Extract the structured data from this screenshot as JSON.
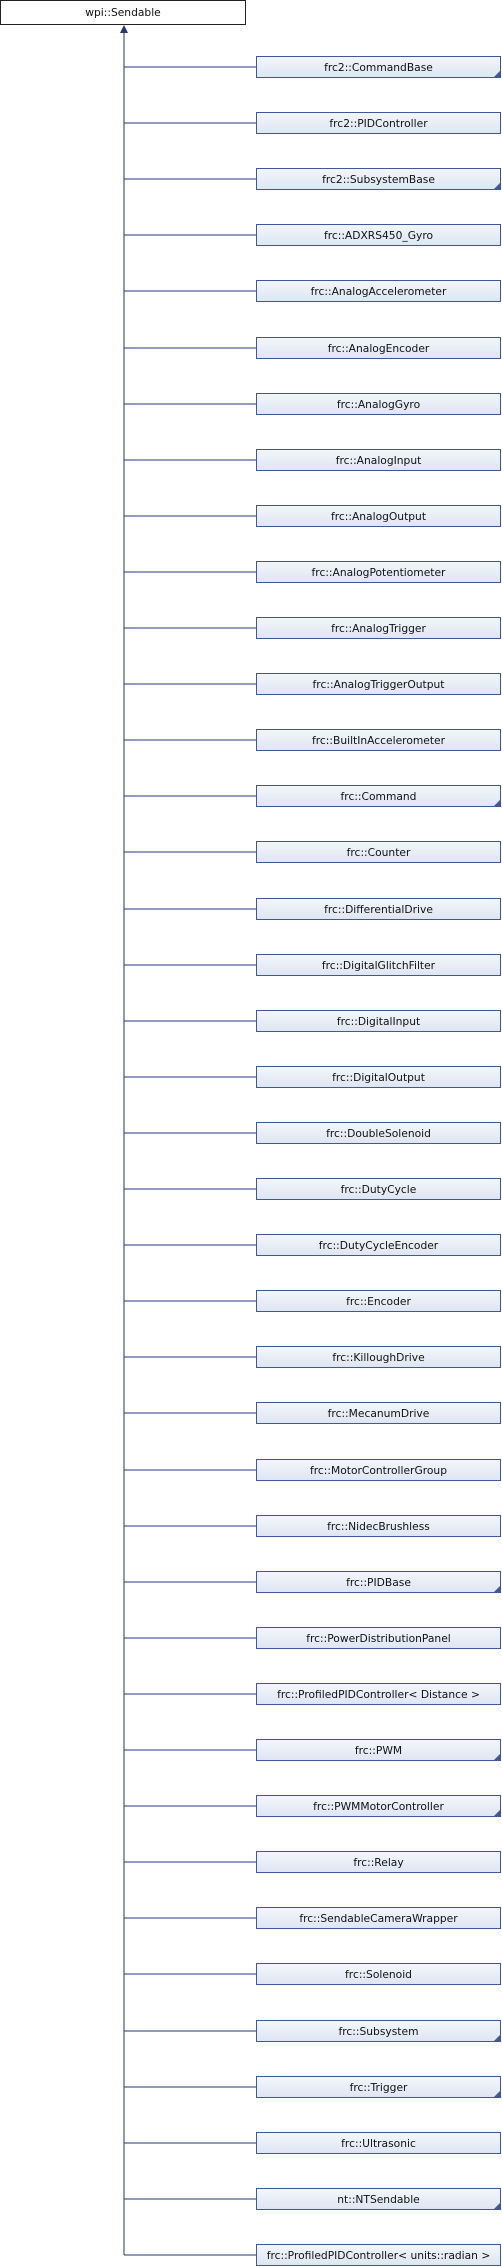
{
  "root": {
    "label": "wpi::Sendable"
  },
  "children": [
    {
      "label": "frc2::CommandBase",
      "has_more": true
    },
    {
      "label": "frc2::PIDController",
      "has_more": false
    },
    {
      "label": "frc2::SubsystemBase",
      "has_more": true
    },
    {
      "label": "frc::ADXRS450_Gyro",
      "has_more": false
    },
    {
      "label": "frc::AnalogAccelerometer",
      "has_more": false
    },
    {
      "label": "frc::AnalogEncoder",
      "has_more": false
    },
    {
      "label": "frc::AnalogGyro",
      "has_more": false
    },
    {
      "label": "frc::AnalogInput",
      "has_more": false
    },
    {
      "label": "frc::AnalogOutput",
      "has_more": false
    },
    {
      "label": "frc::AnalogPotentiometer",
      "has_more": false
    },
    {
      "label": "frc::AnalogTrigger",
      "has_more": false
    },
    {
      "label": "frc::AnalogTriggerOutput",
      "has_more": false
    },
    {
      "label": "frc::BuiltInAccelerometer",
      "has_more": false
    },
    {
      "label": "frc::Command",
      "has_more": true
    },
    {
      "label": "frc::Counter",
      "has_more": false
    },
    {
      "label": "frc::DifferentialDrive",
      "has_more": false
    },
    {
      "label": "frc::DigitalGlitchFilter",
      "has_more": false
    },
    {
      "label": "frc::DigitalInput",
      "has_more": false
    },
    {
      "label": "frc::DigitalOutput",
      "has_more": false
    },
    {
      "label": "frc::DoubleSolenoid",
      "has_more": false
    },
    {
      "label": "frc::DutyCycle",
      "has_more": false
    },
    {
      "label": "frc::DutyCycleEncoder",
      "has_more": false
    },
    {
      "label": "frc::Encoder",
      "has_more": false
    },
    {
      "label": "frc::KilloughDrive",
      "has_more": false
    },
    {
      "label": "frc::MecanumDrive",
      "has_more": false
    },
    {
      "label": "frc::MotorControllerGroup",
      "has_more": false
    },
    {
      "label": "frc::NidecBrushless",
      "has_more": false
    },
    {
      "label": "frc::PIDBase",
      "has_more": true
    },
    {
      "label": "frc::PowerDistributionPanel",
      "has_more": false
    },
    {
      "label": "frc::ProfiledPIDController< Distance >",
      "has_more": false
    },
    {
      "label": "frc::PWM",
      "has_more": true
    },
    {
      "label": "frc::PWMMotorController",
      "has_more": true
    },
    {
      "label": "frc::Relay",
      "has_more": false
    },
    {
      "label": "frc::SendableCameraWrapper",
      "has_more": false
    },
    {
      "label": "frc::Solenoid",
      "has_more": false
    },
    {
      "label": "frc::Subsystem",
      "has_more": true
    },
    {
      "label": "frc::Trigger",
      "has_more": true
    },
    {
      "label": "frc::Ultrasonic",
      "has_more": false
    },
    {
      "label": "nt::NTSendable",
      "has_more": true
    },
    {
      "label": "frc::ProfiledPIDController< units::radian >",
      "has_more": false
    }
  ],
  "colors": {
    "edge": "#25357f",
    "border": "#3d57a0"
  }
}
